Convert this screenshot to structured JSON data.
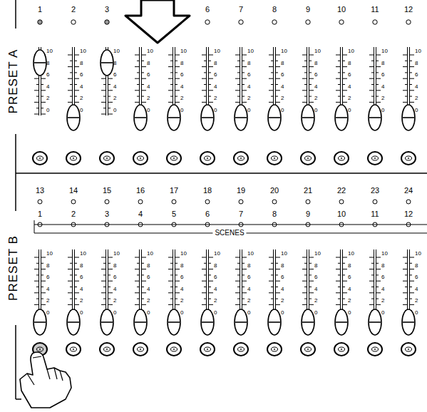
{
  "diagram": {
    "labels": [
      "PRESET A",
      "1",
      "2",
      "3",
      "6",
      "7",
      "8",
      "9",
      "10",
      "11",
      "12",
      "10",
      "8",
      "6",
      "4",
      "2",
      "0",
      "10",
      "8",
      "6",
      "4",
      "2",
      "0",
      "10",
      "8",
      "6",
      "4",
      "2",
      "0",
      "10",
      "8",
      "6",
      "4",
      "2",
      "0",
      "10",
      "8",
      "6",
      "4",
      "2",
      "0",
      "10",
      "8",
      "6",
      "4",
      "2",
      "0",
      "10",
      "8",
      "6",
      "4",
      "2",
      "0",
      "10",
      "8",
      "6",
      "4",
      "2",
      "0",
      "10",
      "8",
      "6",
      "4",
      "2",
      "0",
      "10",
      "8",
      "6",
      "4",
      "2",
      "0",
      "10",
      "8",
      "6",
      "4",
      "2",
      "0",
      "10",
      "8",
      "6",
      "4",
      "2",
      "0",
      "13",
      "14",
      "15",
      "16",
      "17",
      "18",
      "19",
      "20",
      "21",
      "22",
      "23",
      "24",
      "1",
      "2",
      "3",
      "4",
      "5",
      "6",
      "7",
      "8",
      "9",
      "10",
      "11",
      "12",
      "SCENES",
      "PRESET B",
      "10",
      "8",
      "6",
      "4",
      "2",
      "0",
      "10",
      "8",
      "6",
      "4",
      "2",
      "0",
      "10",
      "8",
      "6",
      "4",
      "2",
      "0",
      "10",
      "8",
      "6",
      "4",
      "2",
      "0",
      "10",
      "8",
      "6",
      "4",
      "2",
      "0",
      "10",
      "8",
      "6",
      "4",
      "2",
      "0",
      "10",
      "8",
      "6",
      "4",
      "2",
      "0",
      "10",
      "8",
      "6",
      "4",
      "2",
      "0",
      "10",
      "8",
      "6",
      "4",
      "2",
      "0",
      "10",
      "8",
      "6",
      "4",
      "2",
      "0",
      "10",
      "8",
      "6",
      "4",
      "2",
      "0",
      "10",
      "8",
      "6",
      "4",
      "2",
      "0"
    ]
  }
}
